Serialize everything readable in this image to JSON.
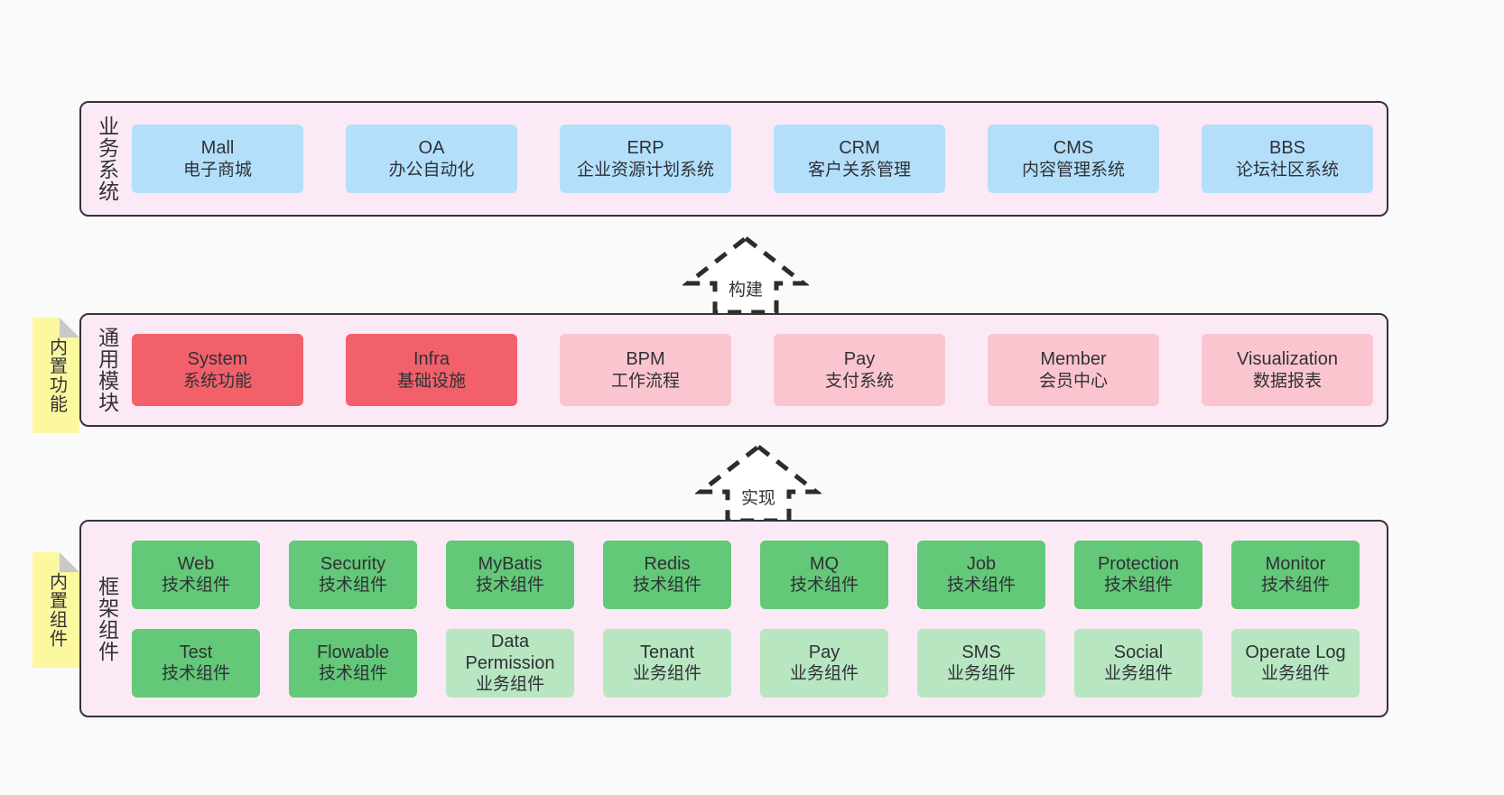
{
  "diagram": {
    "background_color": "#fafafa",
    "panel_fill": "#fbeaf5",
    "panel_border": "#33333a",
    "sticky_color": "#fbf8a0"
  },
  "layers": [
    {
      "id": "business",
      "title": "业务系统",
      "accent": "#b4dffb",
      "nodes": [
        {
          "title": "Mall",
          "sub": "电子商城"
        },
        {
          "title": "OA",
          "sub": "办公自动化"
        },
        {
          "title": "ERP",
          "sub": "企业资源计划系统"
        },
        {
          "title": "CRM",
          "sub": "客户关系管理"
        },
        {
          "title": "CMS",
          "sub": "内容管理系统"
        },
        {
          "title": "BBS",
          "sub": "论坛社区系统"
        }
      ]
    },
    {
      "id": "common-modules",
      "title": "通用模块",
      "accent_strong": "#f2616a",
      "accent_light": "#fbc5cf",
      "sticky": "内置功能",
      "nodes": [
        {
          "title": "System",
          "sub": "系统功能",
          "emphasis": "strong"
        },
        {
          "title": "Infra",
          "sub": "基础设施",
          "emphasis": "strong"
        },
        {
          "title": "BPM",
          "sub": "工作流程",
          "emphasis": "light"
        },
        {
          "title": "Pay",
          "sub": "支付系统",
          "emphasis": "light"
        },
        {
          "title": "Member",
          "sub": "会员中心",
          "emphasis": "light"
        },
        {
          "title": "Visualization",
          "sub": "数据报表",
          "emphasis": "light"
        }
      ]
    },
    {
      "id": "framework-components",
      "title": "框架组件",
      "accent_strong": "#63c878",
      "accent_light": "#b7e6c1",
      "sticky": "内置组件",
      "rows": [
        [
          {
            "title": "Web",
            "sub": "技术组件",
            "emphasis": "strong"
          },
          {
            "title": "Security",
            "sub": "技术组件",
            "emphasis": "strong"
          },
          {
            "title": "MyBatis",
            "sub": "技术组件",
            "emphasis": "strong"
          },
          {
            "title": "Redis",
            "sub": "技术组件",
            "emphasis": "strong"
          },
          {
            "title": "MQ",
            "sub": "技术组件",
            "emphasis": "strong"
          },
          {
            "title": "Job",
            "sub": "技术组件",
            "emphasis": "strong"
          },
          {
            "title": "Protection",
            "sub": "技术组件",
            "emphasis": "strong"
          },
          {
            "title": "Monitor",
            "sub": "技术组件",
            "emphasis": "strong"
          }
        ],
        [
          {
            "title": "Test",
            "sub": "技术组件",
            "emphasis": "strong"
          },
          {
            "title": "Flowable",
            "sub": "技术组件",
            "emphasis": "strong"
          },
          {
            "title": "Data Permission",
            "sub": "业务组件",
            "emphasis": "light",
            "wrap": true
          },
          {
            "title": "Tenant",
            "sub": "业务组件",
            "emphasis": "light"
          },
          {
            "title": "Pay",
            "sub": "业务组件",
            "emphasis": "light"
          },
          {
            "title": "SMS",
            "sub": "业务组件",
            "emphasis": "light"
          },
          {
            "title": "Social",
            "sub": "业务组件",
            "emphasis": "light"
          },
          {
            "title": "Operate Log",
            "sub": "业务组件",
            "emphasis": "light"
          }
        ]
      ]
    }
  ],
  "connectors": [
    {
      "id": "build",
      "label": "构建",
      "from": "common-modules",
      "to": "business"
    },
    {
      "id": "implement",
      "label": "实现",
      "from": "framework-components",
      "to": "common-modules"
    }
  ]
}
